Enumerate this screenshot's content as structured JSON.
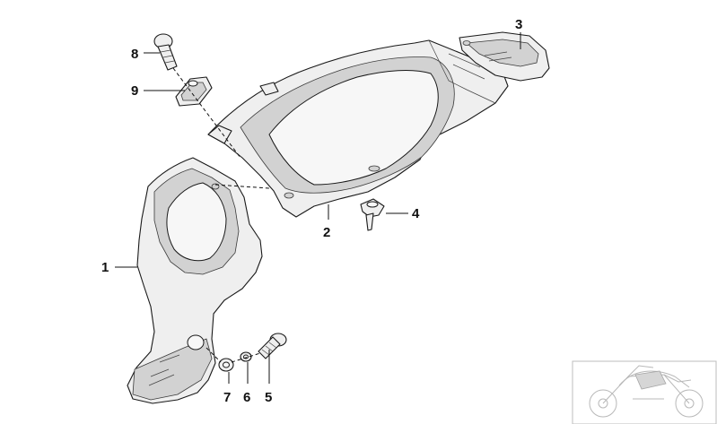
{
  "diagram": {
    "callouts": [
      {
        "id": "1",
        "label": "1"
      },
      {
        "id": "2",
        "label": "2"
      },
      {
        "id": "3",
        "label": "3"
      },
      {
        "id": "4",
        "label": "4"
      },
      {
        "id": "5",
        "label": "5"
      },
      {
        "id": "6",
        "label": "6"
      },
      {
        "id": "7",
        "label": "7"
      },
      {
        "id": "8",
        "label": "8"
      },
      {
        "id": "9",
        "label": "9"
      }
    ],
    "colors": {
      "part_fill": "#efefef",
      "part_shade": "#d2d2d2",
      "outline": "#1a1a1a",
      "background": "#ffffff"
    },
    "icons": [
      "motorcycle-thumbnail-icon"
    ]
  }
}
